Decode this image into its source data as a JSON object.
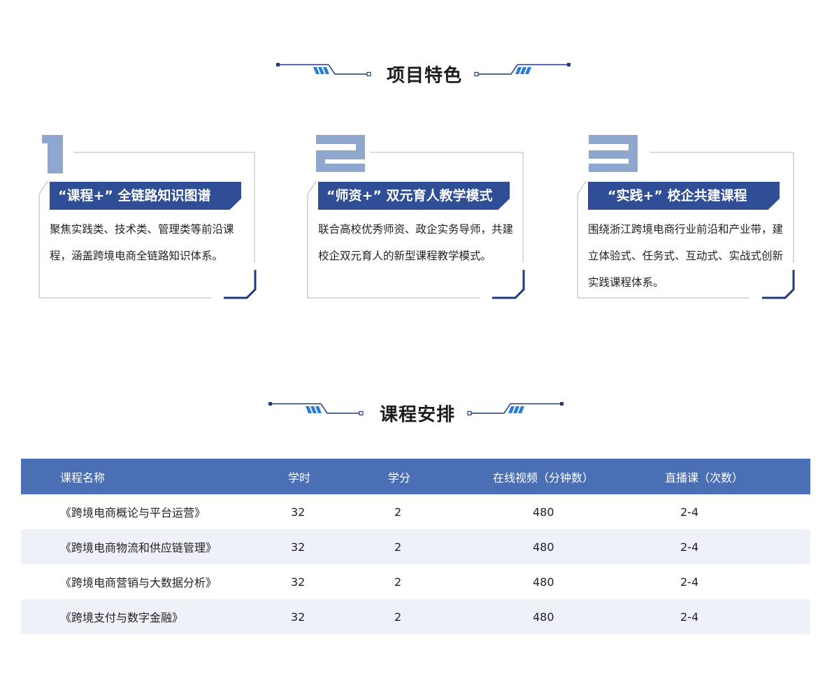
{
  "features": {
    "title": "项目特色",
    "cards": [
      {
        "number": "1",
        "heading": "“课程+” 全链路知识图谱",
        "description": "聚焦实践类、技术类、管理类等前沿课程，涵盖跨境电商全链路知识体系。"
      },
      {
        "number": "2",
        "heading": "“师资+” 双元育人教学模式",
        "description": "联合高校优秀师资、政企实务导师，共建校企双元育人的新型课程教学模式。"
      },
      {
        "number": "3",
        "heading": "“实践+” 校企共建课程",
        "description": "围绕浙江跨境电商行业前沿和产业带，建立体验式、任务式、互动式、实战式创新实践课程体系。"
      }
    ]
  },
  "schedule": {
    "title": "课程安排",
    "headers": [
      "课程名称",
      "学时",
      "学分",
      "在线视频（分钟数）",
      "直播课（次数）"
    ],
    "rows": [
      [
        "《跨境电商概论与平台运营》",
        "32",
        "2",
        "480",
        "2-4"
      ],
      [
        "《跨境电商物流和供应链管理》",
        "32",
        "2",
        "480",
        "2-4"
      ],
      [
        "《跨境电商营销与大数据分析》",
        "32",
        "2",
        "480",
        "2-4"
      ],
      [
        "《跨境支付与数字金融》",
        "32",
        "2",
        "480",
        "2-4"
      ]
    ]
  },
  "colors": {
    "accent_dark": "#1f3a7a",
    "ribbon": "#2f4e95",
    "table_header": "#4a6fb5",
    "number_fill": "#8fa6cd",
    "row_alt": "#eef1f7"
  }
}
